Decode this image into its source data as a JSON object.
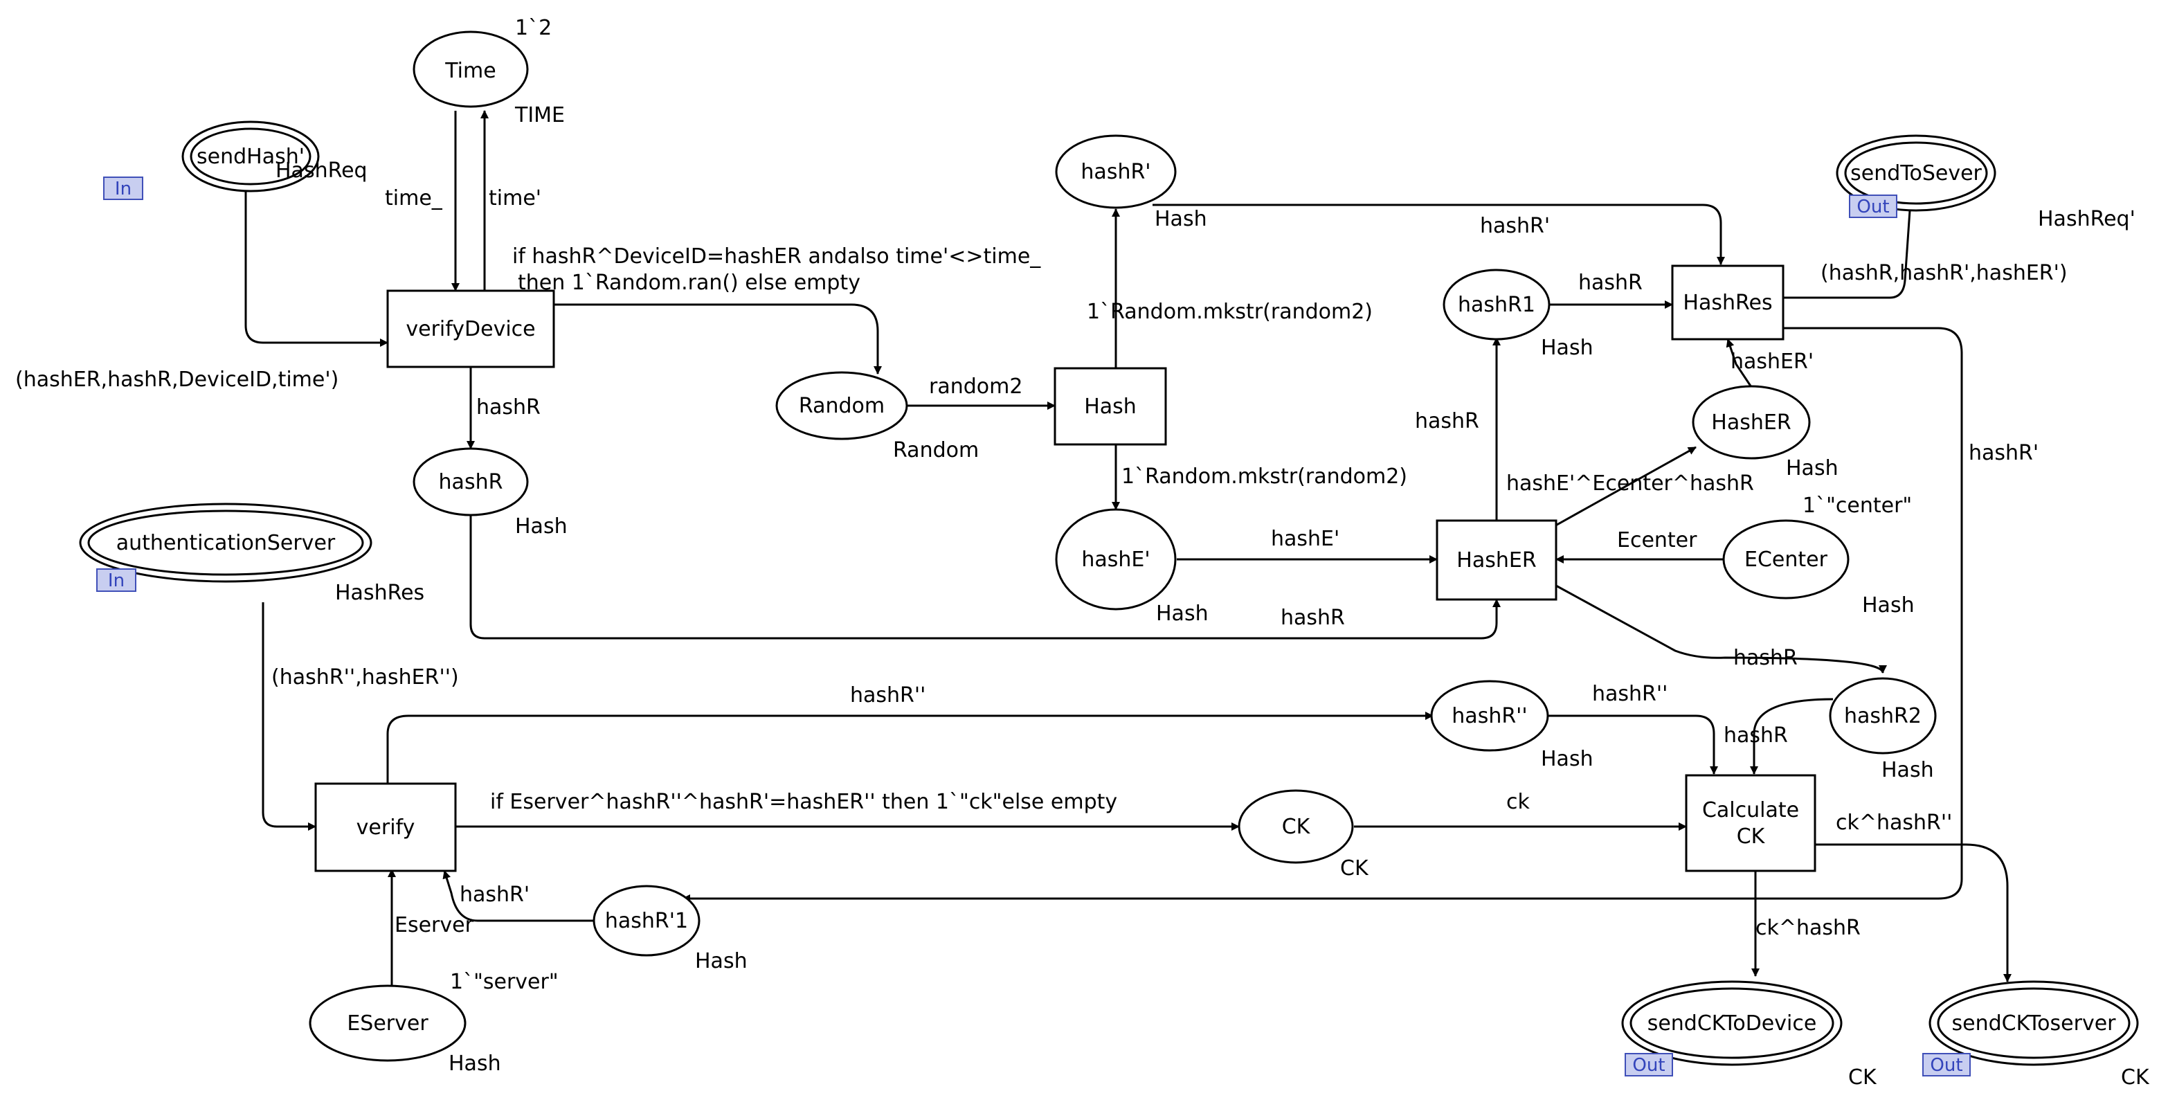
{
  "places": {
    "time": {
      "name": "Time",
      "type": "TIME",
      "marking": "1`2"
    },
    "sendHash": {
      "name": "sendHash'",
      "type": "HashReq",
      "port": "In"
    },
    "hashR_prime": {
      "name": "hashR'",
      "type": "Hash"
    },
    "sendToSever": {
      "name": "sendToSever",
      "type": "HashReq'",
      "port": "Out"
    },
    "hashR1": {
      "name": "hashR1",
      "type": "Hash"
    },
    "random": {
      "name": "Random",
      "type": "Random"
    },
    "hashER_place": {
      "name": "HashER",
      "type": "Hash"
    },
    "hashR": {
      "name": "hashR",
      "type": "Hash"
    },
    "authServer": {
      "name": "authenticationServer",
      "type": "HashRes",
      "port": "In"
    },
    "hashE_prime": {
      "name": "hashE'",
      "type": "Hash"
    },
    "ecenter": {
      "name": "ECenter",
      "type": "Hash",
      "marking": "1`\"center\""
    },
    "hashR_dprime": {
      "name": "hashR''",
      "type": "Hash"
    },
    "hashR2": {
      "name": "hashR2",
      "type": "Hash"
    },
    "ck": {
      "name": "CK",
      "type": "CK"
    },
    "hashR_prime1": {
      "name": "hashR'1",
      "type": "Hash"
    },
    "eserver": {
      "name": "EServer",
      "type": "Hash",
      "marking": "1`\"server\""
    },
    "sendCKToDevice": {
      "name": "sendCKToDevice",
      "type": "CK",
      "port": "Out"
    },
    "sendCKToserver": {
      "name": "sendCKToserver",
      "type": "CK",
      "port": "Out"
    }
  },
  "transitions": {
    "verifyDevice": {
      "name": "verifyDevice"
    },
    "hash": {
      "name": "Hash"
    },
    "hashRes": {
      "name": "HashRes"
    },
    "hashERt": {
      "name": "HashER"
    },
    "verify": {
      "name": "verify"
    },
    "calcCK": {
      "line1": "Calculate",
      "line2": "CK"
    }
  },
  "arcs": {
    "time_out": "time_",
    "time_in": "time'",
    "sendHash_in": "(hashER,hashR,DeviceID,time')",
    "vd_guard1": "if hashR^DeviceID=hashER andalso time'<>time_",
    "vd_guard2": "then 1`Random.ran() else empty",
    "vd_hashR": "hashR",
    "random2": "random2",
    "mkstr_up": "1`Random.mkstr(random2)",
    "mkstr_down": "1`Random.mkstr(random2)",
    "hashRp_to_res": "hashR'",
    "hashR1_to_res": "hashR",
    "res_to_sever": "(hashR,hashR',hashER')",
    "hashER_to_res": "hashER'",
    "hashERt_to_hashR1": "hashR",
    "hashERt_to_place": "hashE'^Ecenter^hashR",
    "hashE_to_hashERt": "hashE'",
    "ecenter_arc": "Ecenter",
    "hashR_to_hashERt": "hashR",
    "hashERt_to_hashR2": "hashR",
    "res_to_hashR1p": "hashR'",
    "auth_in": "(hashR'',hashER'')",
    "verify_to_hdp": "hashR''",
    "hdp_to_calc": "hashR''",
    "hashR2_to_calc": "hashR",
    "verify_guard": "if Eserver^hashR''^hashR'=hashER'' then 1`\"ck\"else empty",
    "ck_to_calc": "ck",
    "calc_to_server": "ck^hashR''",
    "calc_to_device": "ck^hashR",
    "hashRp1_to_verify": "hashR'",
    "eserver_arc": "Eserver"
  }
}
